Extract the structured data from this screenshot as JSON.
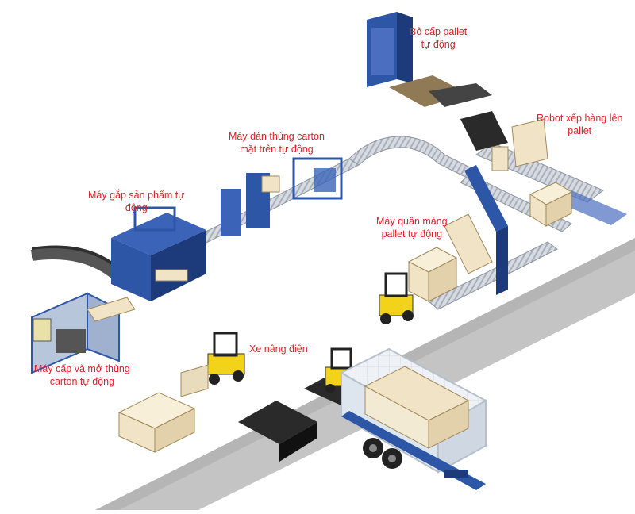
{
  "labels": {
    "pallet_feeder": {
      "line1": "Bộ cấp pallet",
      "line2": "tự động"
    },
    "robot_palletizer": {
      "line1": "Robot xếp hàng lên",
      "line2": "pallet"
    },
    "carton_sealer": {
      "line1": "Máy dán thùng carton",
      "line2": "mặt trên tự động"
    },
    "pick_place": {
      "line1": "Máy gắp sản phẩm tự",
      "line2": "động"
    },
    "stretch_wrapper": {
      "line1": "Máy quấn màng",
      "line2": "pallet tự động"
    },
    "forklift": {
      "line1": "Xe nâng điện"
    },
    "carton_erector": {
      "line1": "Máy cấp và mở thùng",
      "line2": "carton tự động"
    }
  },
  "colors": {
    "label_red": "#e01f26",
    "machine_blue": "#2d56a6",
    "machine_blue_dark": "#1d3b7a",
    "conveyor_grey": "#c9ced6",
    "carton": "#f1e3c6",
    "forklift_yellow": "#f3d21a",
    "road_grey": "#c2c2c2",
    "truck_box": "#e9eef4"
  }
}
